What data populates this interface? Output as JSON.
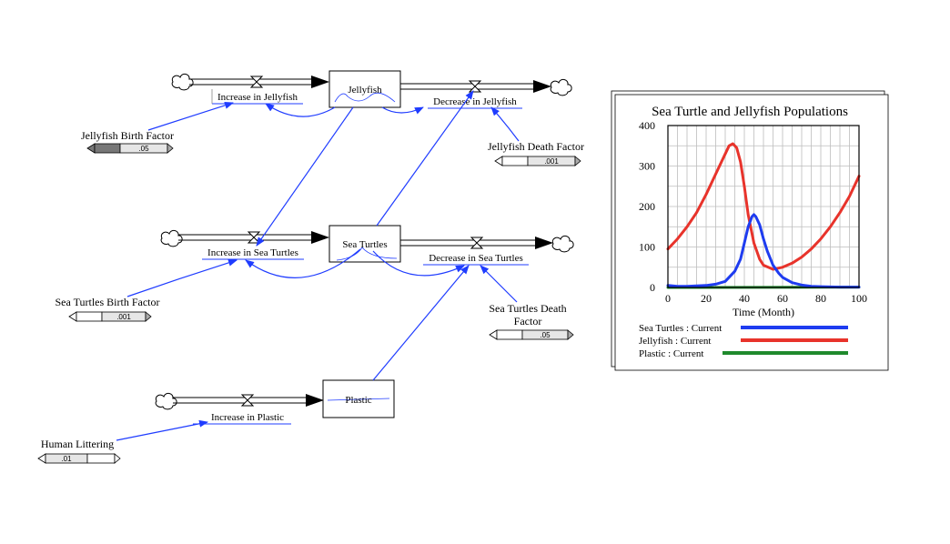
{
  "diagram": {
    "stocks": {
      "jellyfish": "Jellyfish",
      "sea_turtles": "Sea Turtles",
      "plastic": "Plastic"
    },
    "flows": {
      "increase_jellyfish": "Increase in Jellyfish",
      "decrease_jellyfish": "Decrease in Jellyfish",
      "increase_sea_turtles": "Increase in Sea Turtles",
      "decrease_sea_turtles": "Decrease in Sea Turtles",
      "increase_plastic": "Increase in Plastic"
    },
    "constants": {
      "jellyfish_birth": {
        "label": "Jellyfish Birth Factor",
        "value": ".05"
      },
      "jellyfish_death": {
        "label": "Jellyfish Death Factor",
        "value": ".001"
      },
      "sea_turtles_birth": {
        "label": "Sea Turtles Birth Factor",
        "value": ".001"
      },
      "sea_turtles_death": {
        "label_line1": "Sea Turtles Death",
        "label_line2": "Factor",
        "value": ".05"
      },
      "human_littering": {
        "label": "Human Littering",
        "value": ".01"
      }
    }
  },
  "chart_data": {
    "type": "line",
    "title": "Sea Turtle and Jellyfish Populations",
    "xlabel": "Time (Month)",
    "ylabel": "",
    "xlim": [
      0,
      100
    ],
    "ylim": [
      0,
      400
    ],
    "xticks": [
      "0",
      "20",
      "40",
      "60",
      "80",
      "100"
    ],
    "yticks": [
      "0",
      "100",
      "200",
      "300",
      "400"
    ],
    "grid": true,
    "legend_position": "bottom",
    "series": [
      {
        "name": "Sea Turtles : Current",
        "color": "#1e3cf0",
        "x": [
          0,
          5,
          10,
          15,
          20,
          25,
          30,
          35,
          38,
          40,
          42,
          44,
          45,
          46,
          48,
          50,
          52,
          55,
          58,
          60,
          65,
          70,
          75,
          80,
          90,
          100
        ],
        "y": [
          5,
          3,
          3,
          4,
          5,
          8,
          15,
          40,
          70,
          110,
          150,
          175,
          180,
          175,
          155,
          120,
          90,
          55,
          35,
          25,
          12,
          6,
          3,
          2,
          1,
          1
        ]
      },
      {
        "name": "Jellyfish : Current",
        "color": "#e8332b",
        "x": [
          0,
          5,
          10,
          15,
          20,
          25,
          28,
          30,
          32,
          34,
          36,
          38,
          40,
          42,
          45,
          48,
          50,
          55,
          60,
          65,
          70,
          75,
          80,
          85,
          90,
          95,
          100
        ],
        "y": [
          95,
          120,
          150,
          185,
          230,
          280,
          310,
          330,
          350,
          355,
          345,
          310,
          250,
          180,
          110,
          70,
          55,
          45,
          50,
          60,
          75,
          95,
          120,
          150,
          185,
          225,
          275
        ]
      },
      {
        "name": "Plastic : Current",
        "color": "#1f8a2c",
        "x": [
          0,
          100
        ],
        "y": [
          0,
          1
        ]
      }
    ]
  }
}
